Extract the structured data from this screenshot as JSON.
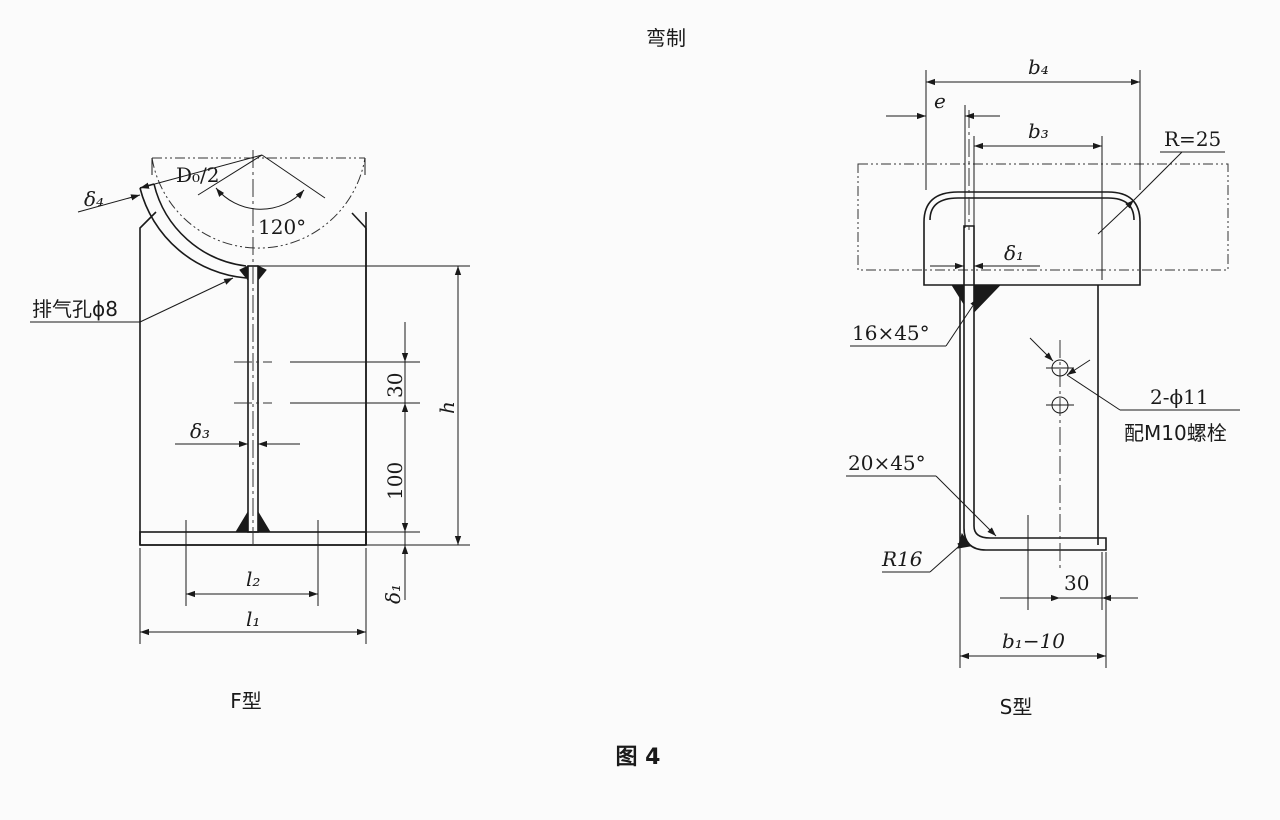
{
  "title_top": "弯制",
  "figure_caption": "图 4",
  "left_view": {
    "caption": "F型",
    "labels": {
      "pipe_radius": "D₀/2",
      "delta4": "δ₄",
      "angle": "120°",
      "vent_hole": "排气孔ϕ8",
      "dim_30": "30",
      "dim_100": "100",
      "delta3": "δ₃",
      "h": "h",
      "l2": "l₂",
      "l1": "l₁",
      "delta1": "δ₁"
    }
  },
  "right_view": {
    "caption": "S型",
    "labels": {
      "b4": "b₄",
      "e": "e",
      "b3": "b₃",
      "r25": "R=25",
      "delta1": "δ₁",
      "chamfer16": "16×45°",
      "holes": "2-ϕ11",
      "bolt": "配M10螺栓",
      "chamfer20": "20×45°",
      "r16": "R16",
      "dim_30": "30",
      "b1_minus_10": "b₁−10"
    }
  }
}
